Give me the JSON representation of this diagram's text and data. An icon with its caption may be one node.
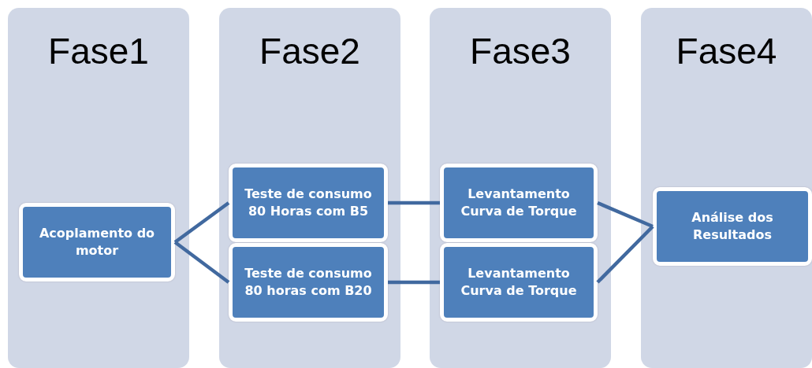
{
  "diagram": {
    "nodes": [
      {
        "text": [
          "Fase1"
        ]
      },
      {
        "text": [
          "Acoplamento do motor"
        ],
        "in": 0
      },
      {
        "text": [
          "Fase2"
        ]
      },
      {
        "text": [
          "Teste de consumo 80 Horas com B5"
        ],
        "in": 2
      },
      {
        "text": [
          "Teste de consumo 80 horas com B20"
        ],
        "in": 2
      },
      {
        "text": [
          "Fase3"
        ]
      },
      {
        "text": [
          "Levantamento Curva de Torque"
        ],
        "in": 5
      },
      {
        "text": [
          "Levantamento Curva de Torque"
        ],
        "in": 5
      },
      {
        "text": [
          "Fase4"
        ]
      },
      {
        "text": [
          "Análise dos Resultados"
        ],
        "in": 8
      }
    ],
    "edges": [
      {
        "from": 1,
        "to": 3,
        "arrow": "none"
      },
      {
        "from": 1,
        "to": 4,
        "arrow": "none"
      },
      {
        "from": 3,
        "to": 6,
        "arrow": "none"
      },
      {
        "from": 4,
        "to": 7,
        "arrow": "none"
      },
      {
        "from": 6,
        "to": 9,
        "arrow": "none"
      },
      {
        "from": 7,
        "to": 9,
        "arrow": "none"
      }
    ]
  }
}
